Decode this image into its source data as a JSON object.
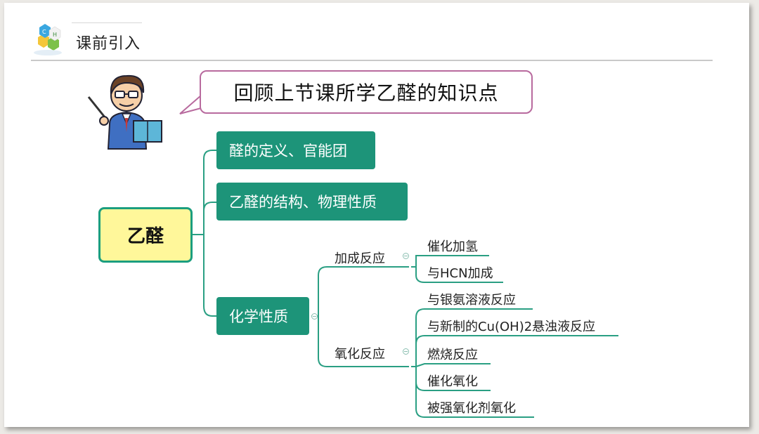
{
  "header": {
    "title": "课前引入",
    "logo_letters": [
      "C",
      "H"
    ]
  },
  "speech_bubble": {
    "text": "回顾上节课所学乙醛的知识点"
  },
  "mindmap": {
    "root": "乙醛",
    "branches": [
      {
        "label": "醛的定义、官能团"
      },
      {
        "label": "乙醛的结构、物理性质"
      },
      {
        "label": "化学性质"
      }
    ],
    "sub_branches": [
      {
        "label": "加成反应",
        "leaves": [
          "催化加氢",
          "与HCN加成"
        ]
      },
      {
        "label": "氧化反应",
        "leaves": [
          "与银氨溶液反应",
          "与新制的Cu(OH)2悬浊液反应",
          "燃烧反应",
          "催化氧化",
          "被强氧化剂氧化"
        ]
      }
    ]
  },
  "colors": {
    "branch_fill": "#1d9479",
    "root_fill": "#fff79a",
    "root_border": "#1b9e7f",
    "connector": "#2a9f83",
    "bubble_border": "#b86a9e"
  }
}
